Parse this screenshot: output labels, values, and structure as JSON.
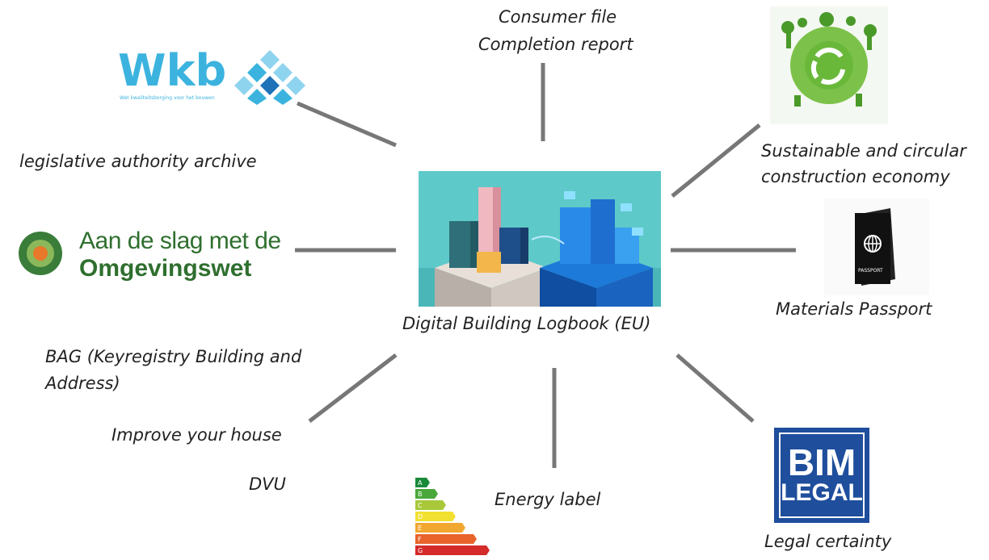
{
  "center": {
    "caption": "Digital Building Logbook (EU)"
  },
  "labels": {
    "consumer_file": "Consumer file",
    "completion_report": "Completion report",
    "legislative": "legislative authority archive",
    "sustainable_line1": "Sustainable and circular",
    "sustainable_line2": "construction economy",
    "materials_passport": "Materials Passport",
    "bag_line1": "BAG (Keyregistry Building and",
    "bag_line2": "Address)",
    "improve_house": "Improve your house",
    "dvu": "DVU",
    "energy_label": "Energy label",
    "legal_certainty": "Legal certainty"
  },
  "logos": {
    "wkb": {
      "text": "Wkb",
      "tagline": "Wet kwaliteitsborging voor het bouwen",
      "color": "#3bb3de"
    },
    "omgevingswet": {
      "line1": "Aan de slag met de",
      "line2": "Omgevingswet",
      "color": "#3a7d3a"
    },
    "bim_legal": {
      "line1": "BIM",
      "line2": "LEGAL",
      "color": "#1f4e9c"
    },
    "passport": {
      "text": "PASSPORT"
    },
    "energy_bars": [
      "A",
      "B",
      "C",
      "D",
      "E",
      "F",
      "G"
    ]
  },
  "colors": {
    "connector": "#777777",
    "energy": [
      "#1a8a3a",
      "#4aa83a",
      "#a8c83a",
      "#f2e030",
      "#f2a830",
      "#e8642a",
      "#d42a2a"
    ]
  }
}
